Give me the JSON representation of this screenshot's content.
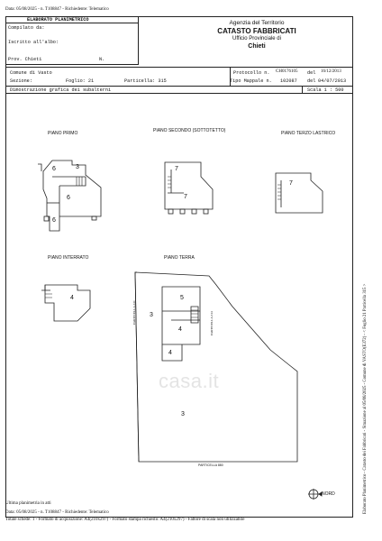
{
  "header": {
    "top_date_line": "Data: 05/08/2025 - n. T108847 - Richiedente: Telematico"
  },
  "elaborato": {
    "title": "ELABORATO PLANIMETRICO",
    "compilato": "Compilato da:",
    "iscritto": "Iscritto all'albo:",
    "prov": "Prov. Chieti",
    "n": "N."
  },
  "agency": {
    "line1": "Agenzia del Territorio",
    "line2": "CATASTO FABBRICATI",
    "line3": "Ufficio Provinciale di",
    "line4": "Chieti"
  },
  "info": {
    "comune": "Comune di Vasto",
    "sezione": "Sezione:",
    "foglio": "Foglio: 21",
    "particella": "Particella: 315",
    "protocollo_label": "Protocollo n.",
    "protocollo_value": "CH0176105",
    "protocollo_del": "del",
    "protocollo_date": "16/12/2013",
    "tipo_label": "Tipo Mappale n.",
    "tipo_value": "102087",
    "tipo_del": "del",
    "tipo_date": "04/07/2013",
    "dimostrazione": "Dimostrazione grafica dei subalterni",
    "scala": "Scala 1 : 500"
  },
  "plans": {
    "piano_primo": "PIANO PRIMO",
    "piano_secondo": "PIANO SECONDO (SOTTOTETTO)",
    "piano_terzo": "PIANO TERZO LASTRICO",
    "piano_interrato": "PIANO INTERRATO",
    "piano_terra": "PIANO TERRA",
    "labels_primo": [
      "6",
      "3",
      "6",
      "6"
    ],
    "labels_secondo": [
      "7",
      "7"
    ],
    "labels_terzo": [
      "7"
    ],
    "labels_interrato": [
      "4"
    ],
    "labels_terra": [
      "5",
      "3",
      "4",
      "4",
      "3"
    ],
    "street_left": "PARTICELLA 331",
    "street_right": "PARTICELLA 314",
    "street_bottom": "PARTICELLA 880",
    "north": "NORD"
  },
  "side_note": "Elaborato Planimetrico - Catasto dei Fabbricati - Situazione al 05/08/2025 - Comune di VASTO(E372) - < Foglio 21 Particella 315 >",
  "watermark": "casa.it",
  "footer": {
    "ultima": "Ultima planimetria in atti",
    "date_line": "Data: 05/08/2025 - n. T108847 - Richiedente: Telematico",
    "schede_line": "Totale schede: 1 - Formato di acquisizione: A4(210x297) - Formato stampa richiesto: A4(210x297) - Fattore di scala non utilizzabile"
  }
}
